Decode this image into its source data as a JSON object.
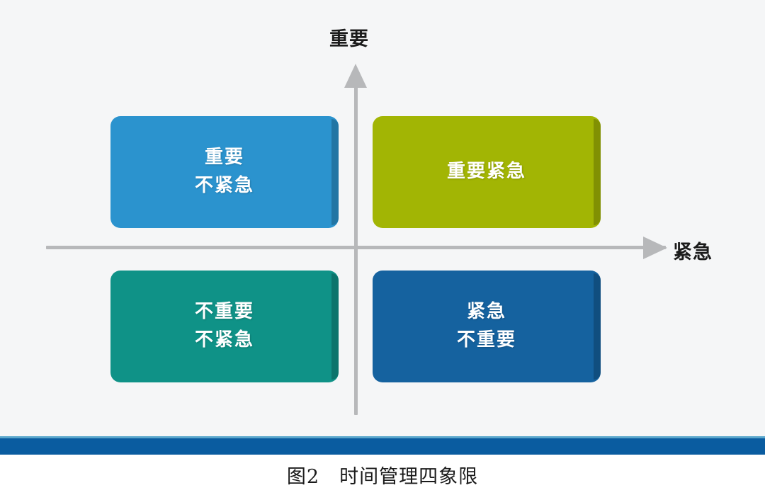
{
  "figure": {
    "caption": "图2　时间管理四象限",
    "caption_number": "图2",
    "caption_title": "时间管理四象限"
  },
  "axes": {
    "vertical_label": "重要",
    "horizontal_label": "紧急",
    "line_color": "#b7b8ba"
  },
  "quadrants": [
    {
      "id": "top-left",
      "line1": "重要",
      "line2": "不紧急",
      "color": "#2b93ce"
    },
    {
      "id": "top-right",
      "line1": "重要紧急",
      "line2": "",
      "color": "#a2b504"
    },
    {
      "id": "bottom-left",
      "line1": "不重要",
      "line2": "不紧急",
      "color": "#0f9287"
    },
    {
      "id": "bottom-right",
      "line1": "紧急",
      "line2": "不重要",
      "color": "#15629f"
    }
  ],
  "band": {
    "color": "#0a5ca0",
    "edge_color": "#5aa7cc"
  },
  "background": {
    "board_color": "#f5f6f7",
    "caption_color": "#ffffff"
  }
}
